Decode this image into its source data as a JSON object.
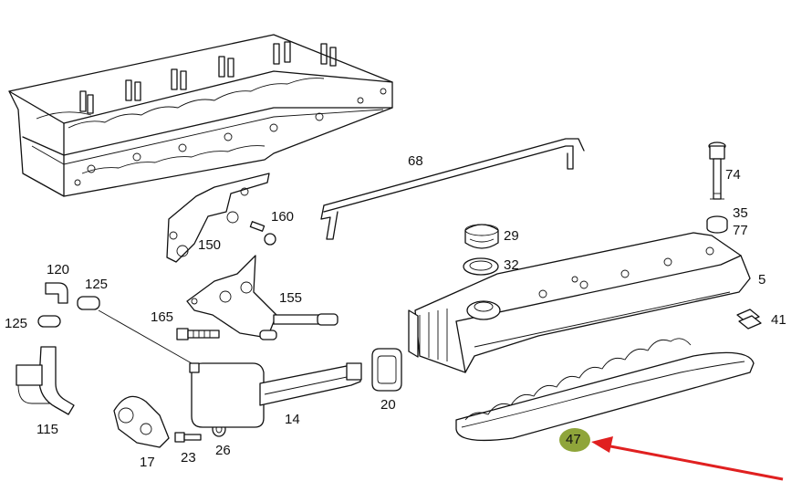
{
  "diagram": {
    "part_numbers": {
      "p68": "68",
      "p74": "74",
      "p35": "35",
      "p77": "77",
      "p29": "29",
      "p32": "32",
      "p160": "160",
      "p150": "150",
      "p120": "120",
      "p125a": "125",
      "p125b": "125",
      "p165": "165",
      "p155": "155",
      "p5": "5",
      "p41": "41",
      "p20": "20",
      "p14": "14",
      "p115": "115",
      "p17": "17",
      "p23": "23",
      "p26": "26",
      "p47": "47"
    },
    "highlighted_part": "47",
    "colors": {
      "line": "#111111",
      "highlight": "#8fa53a",
      "arrow": "#e02020",
      "background": "#ffffff"
    }
  }
}
